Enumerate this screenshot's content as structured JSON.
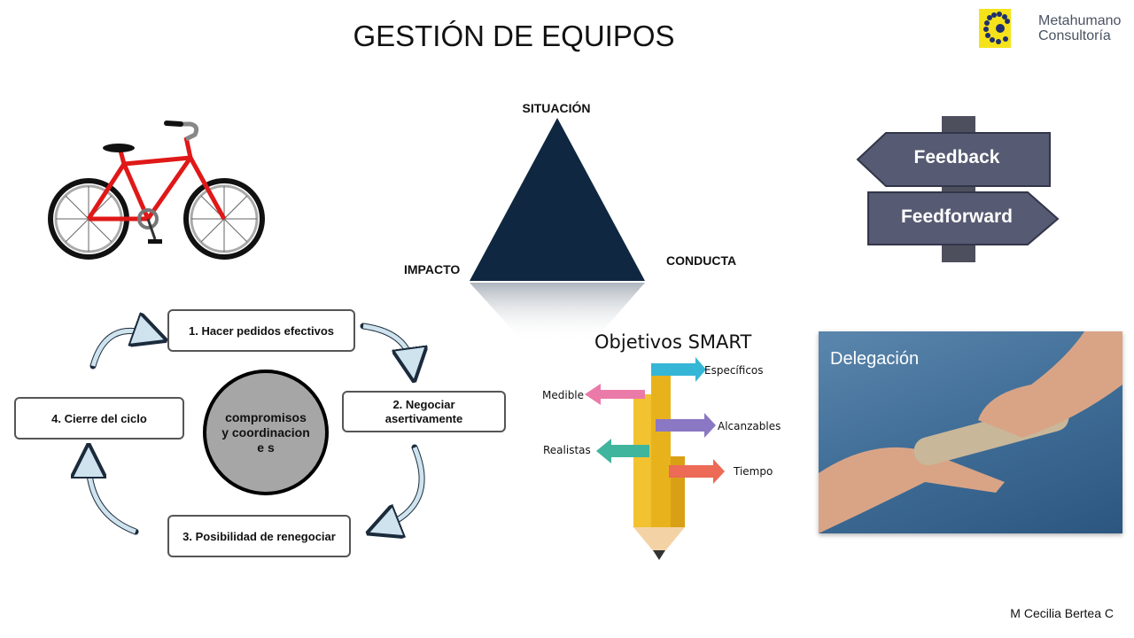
{
  "title": "GESTIÓN DE EQUIPOS",
  "logo": {
    "line1": "Metahumano",
    "line2": "Consultoría",
    "brand_color": "#f5e21a"
  },
  "triangle": {
    "top": "SITUACIÓN",
    "left": "IMPACTO",
    "right": "CONDUCTA",
    "color": "#0f2740"
  },
  "signpost": {
    "sign1": "Feedback",
    "sign2": "Feedforward"
  },
  "cycle": {
    "steps": [
      "1. Hacer pedidos efectivos",
      "2. Negociar asertivamente",
      "3. Posibilidad de renegociar",
      "4. Cierre del ciclo"
    ],
    "center": "compromisos y coordinacione s"
  },
  "smart": {
    "title": "Objetivos SMART",
    "items": [
      "Específicos",
      "Medible",
      "Alcanzables",
      "Realistas",
      "Tiempo"
    ]
  },
  "delegation": {
    "label": "Delegación"
  },
  "footer": "M Cecilia Bertea C"
}
